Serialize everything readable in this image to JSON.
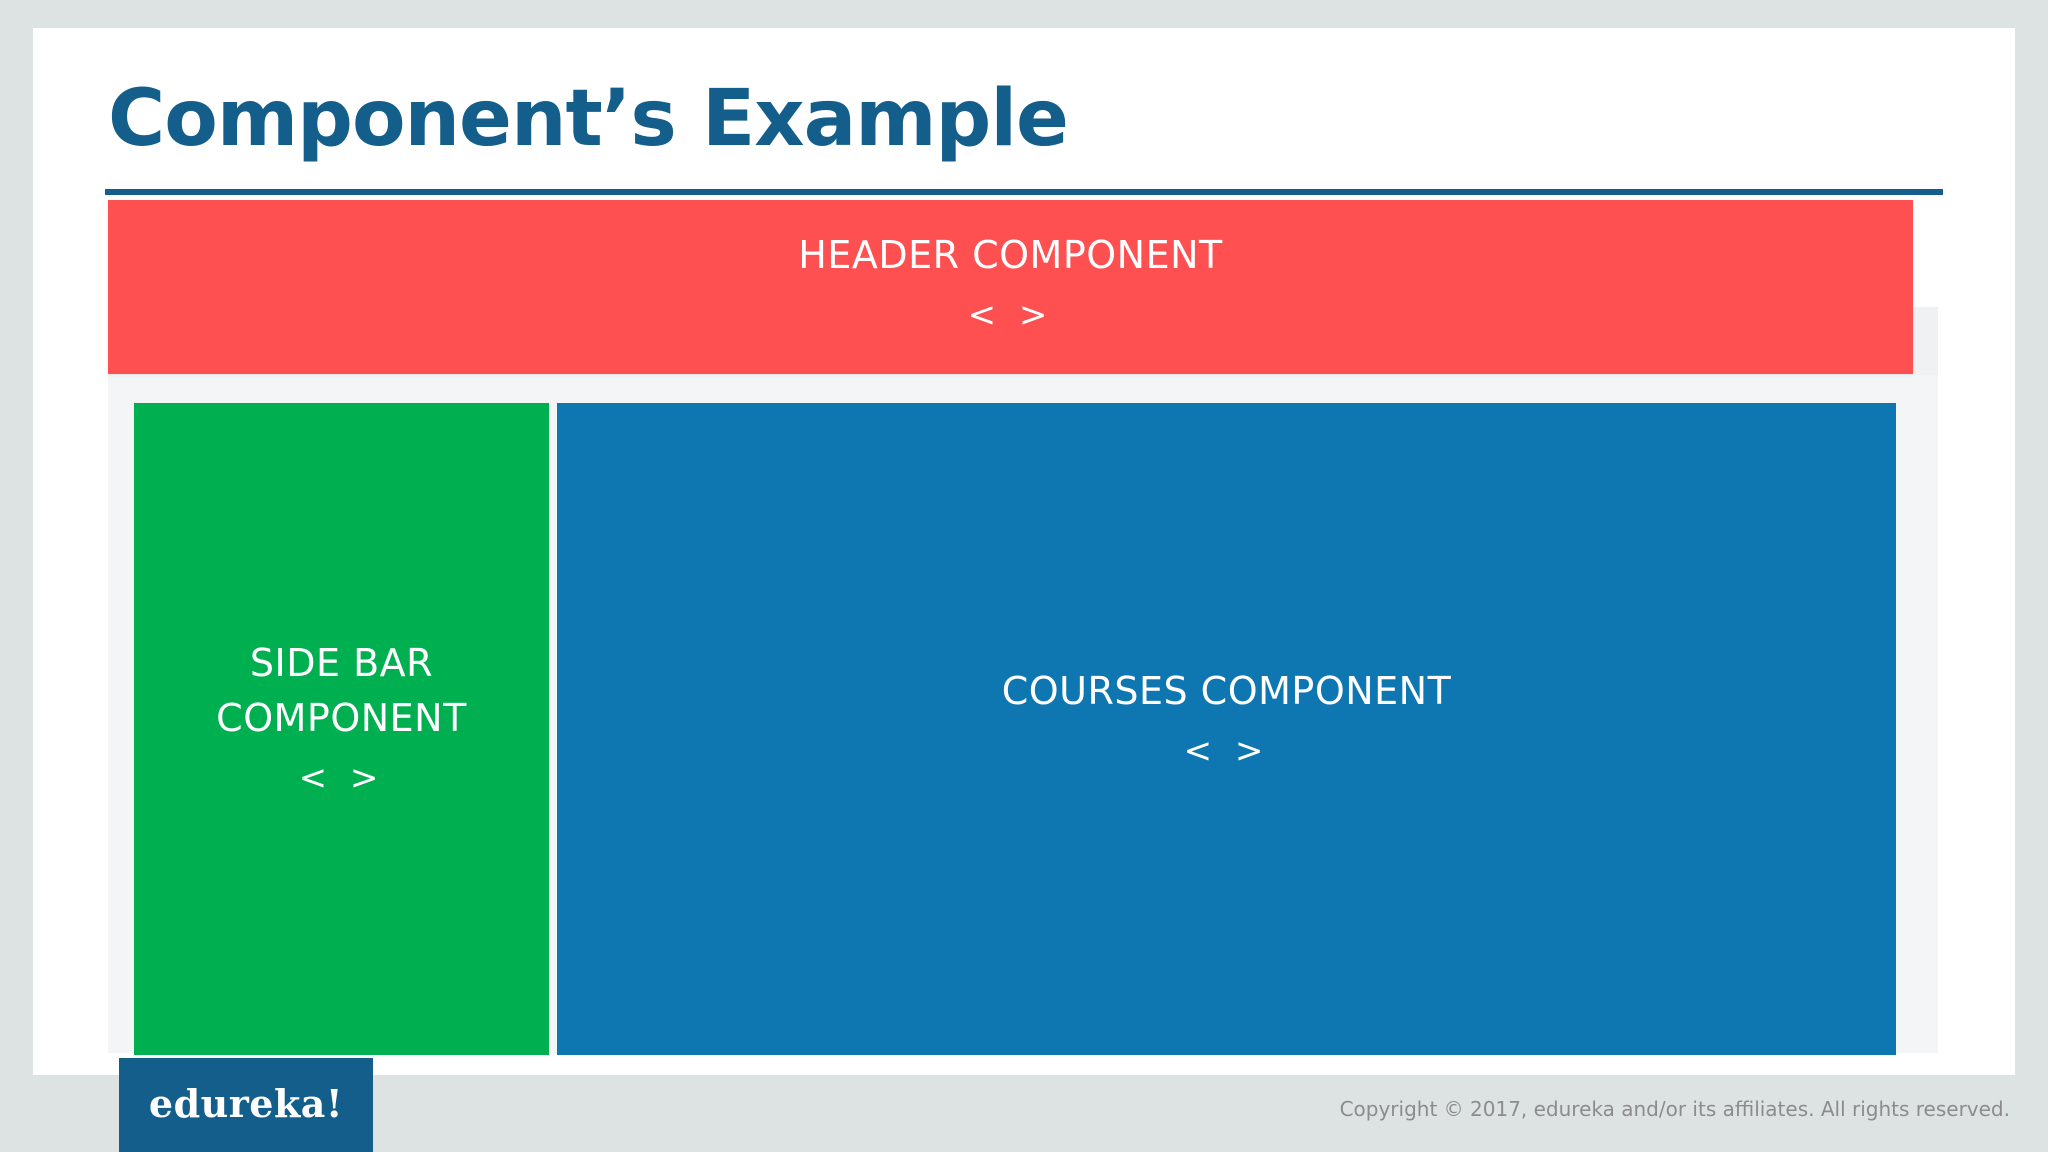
{
  "slide": {
    "title": "Component’s Example"
  },
  "components": {
    "header": {
      "label": "HEADER COMPONENT",
      "tag": "< >"
    },
    "sidebar": {
      "label_line1": "SIDE BAR",
      "label_line2": "COMPONENT",
      "tag": "< >"
    },
    "courses": {
      "label": "COURSES COMPONENT",
      "tag": "< >"
    }
  },
  "footer": {
    "logo_text": "edureka!",
    "copyright": "Copyright © 2017, edureka and/or its affiliates. All rights reserved."
  },
  "colors": {
    "title": "#135e8a",
    "header_component": "#fe4f51",
    "sidebar_component": "#00b050",
    "courses_component": "#0e76b0",
    "logo_background": "#135e8a"
  }
}
